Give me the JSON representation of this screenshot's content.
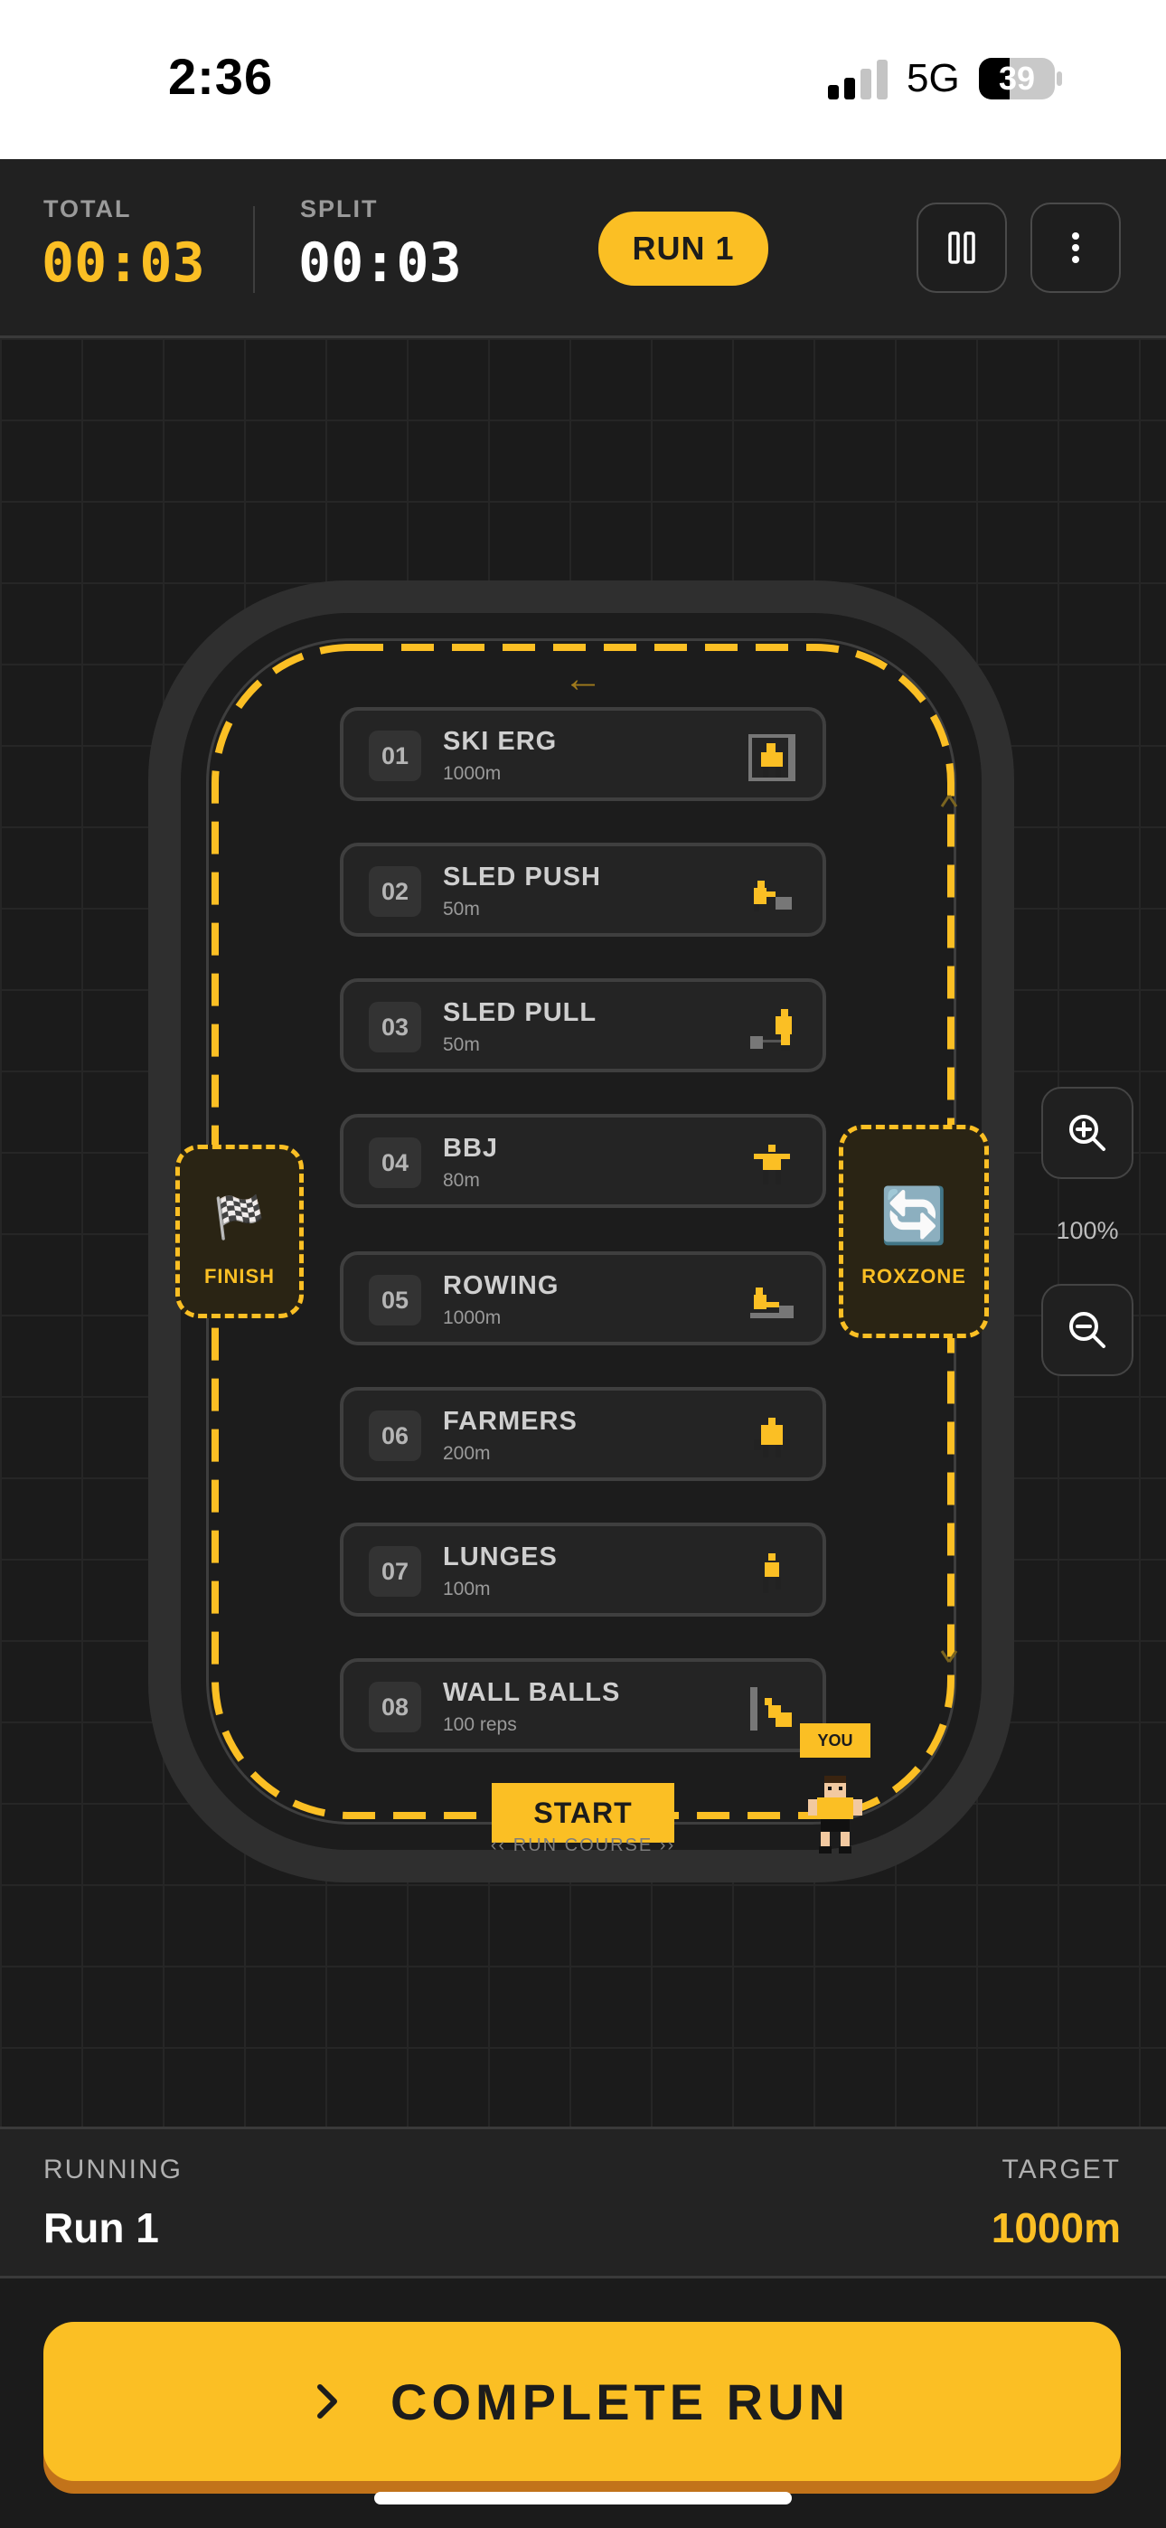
{
  "status_bar": {
    "time": "2:36",
    "network": "5G",
    "battery": "39"
  },
  "header": {
    "total_label": "TOTAL",
    "total_time": "00:03",
    "split_label": "SPLIT",
    "split_time": "00:03",
    "run_pill": "RUN 1",
    "pause_icon": "pause-icon",
    "menu_icon": "more-vertical-icon"
  },
  "course": {
    "direction_arrow": "←",
    "stations": [
      {
        "num": "01",
        "name": "SKI ERG",
        "sub": "1000m",
        "icon": "ski-erg-icon"
      },
      {
        "num": "02",
        "name": "SLED PUSH",
        "sub": "50m",
        "icon": "sled-push-icon"
      },
      {
        "num": "03",
        "name": "SLED PULL",
        "sub": "50m",
        "icon": "sled-pull-icon"
      },
      {
        "num": "04",
        "name": "BBJ",
        "sub": "80m",
        "icon": "burpee-icon"
      },
      {
        "num": "05",
        "name": "ROWING",
        "sub": "1000m",
        "icon": "rowing-icon"
      },
      {
        "num": "06",
        "name": "FARMERS",
        "sub": "200m",
        "icon": "farmers-carry-icon"
      },
      {
        "num": "07",
        "name": "LUNGES",
        "sub": "100m",
        "icon": "lunges-icon"
      },
      {
        "num": "08",
        "name": "WALL BALLS",
        "sub": "100 reps",
        "icon": "wall-balls-icon"
      }
    ],
    "finish_label": "FINISH",
    "finish_icon": "🏁",
    "roxzone_label": "ROXZONE",
    "roxzone_icon": "🔄",
    "start_label": "START",
    "run_course_label": "‹‹ RUN COURSE ››",
    "you_label": "YOU",
    "zoom_level": "100%",
    "accent_color": "#fbbf24"
  },
  "info": {
    "running_label": "RUNNING",
    "running_value": "Run 1",
    "target_label": "TARGET",
    "target_value": "1000m"
  },
  "cta": {
    "chevron": "›",
    "label": "COMPLETE RUN"
  }
}
